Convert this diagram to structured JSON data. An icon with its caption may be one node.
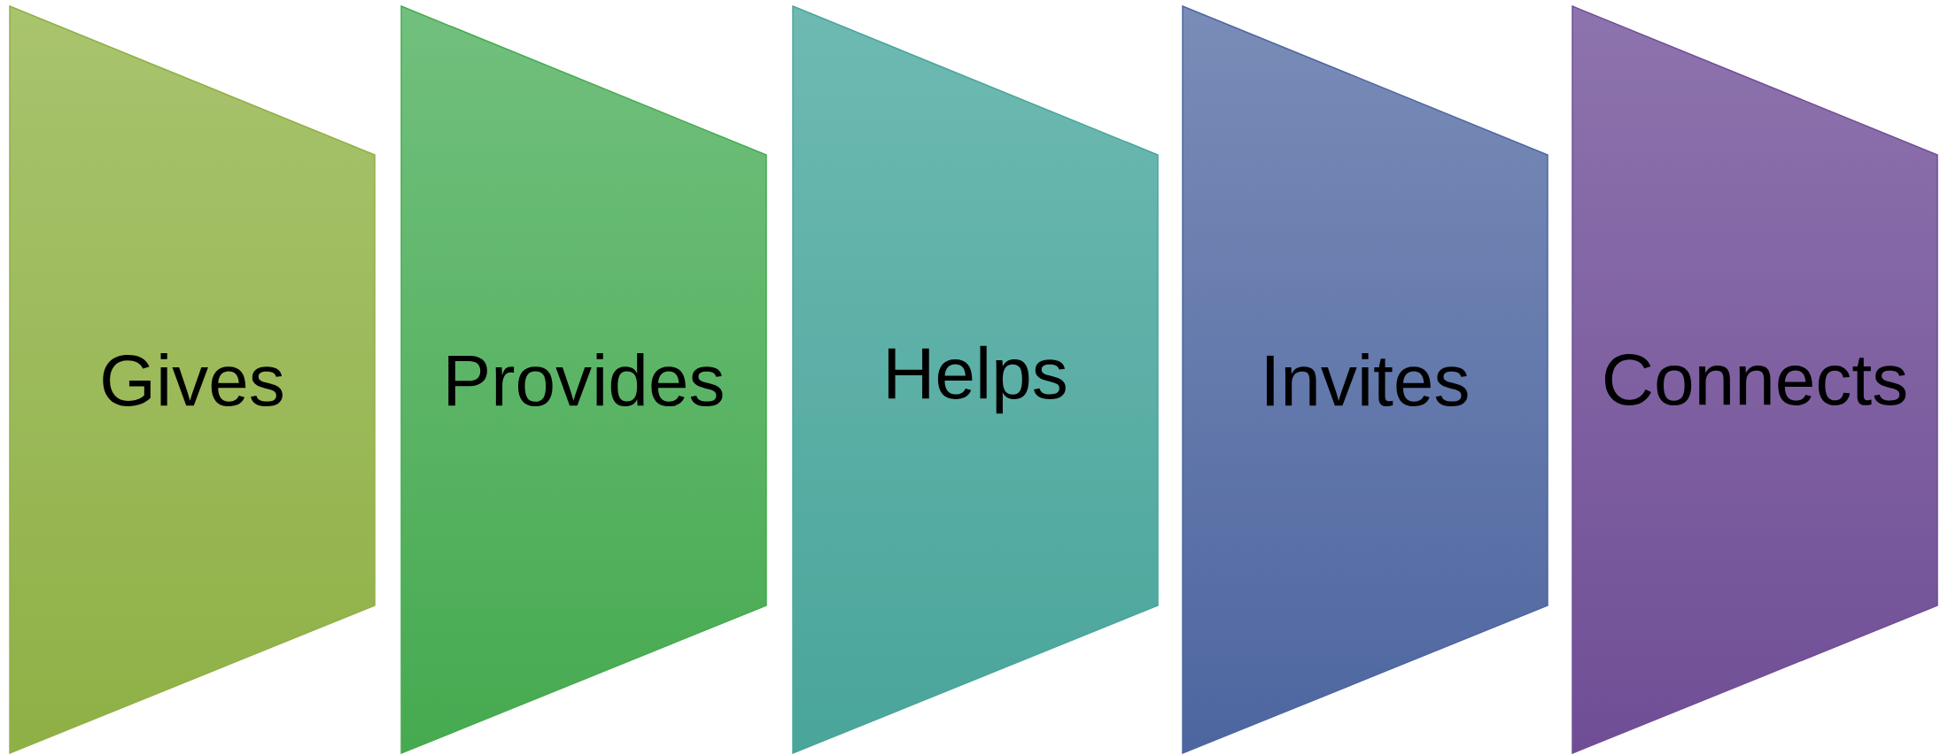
{
  "diagram": {
    "nodes": [
      {
        "text": [
          "Gives"
        ]
      },
      {
        "text": [
          "Provides"
        ]
      },
      {
        "text": [
          "Helps"
        ]
      },
      {
        "text": [
          "Invites"
        ]
      },
      {
        "text": [
          "Connects"
        ]
      }
    ]
  }
}
